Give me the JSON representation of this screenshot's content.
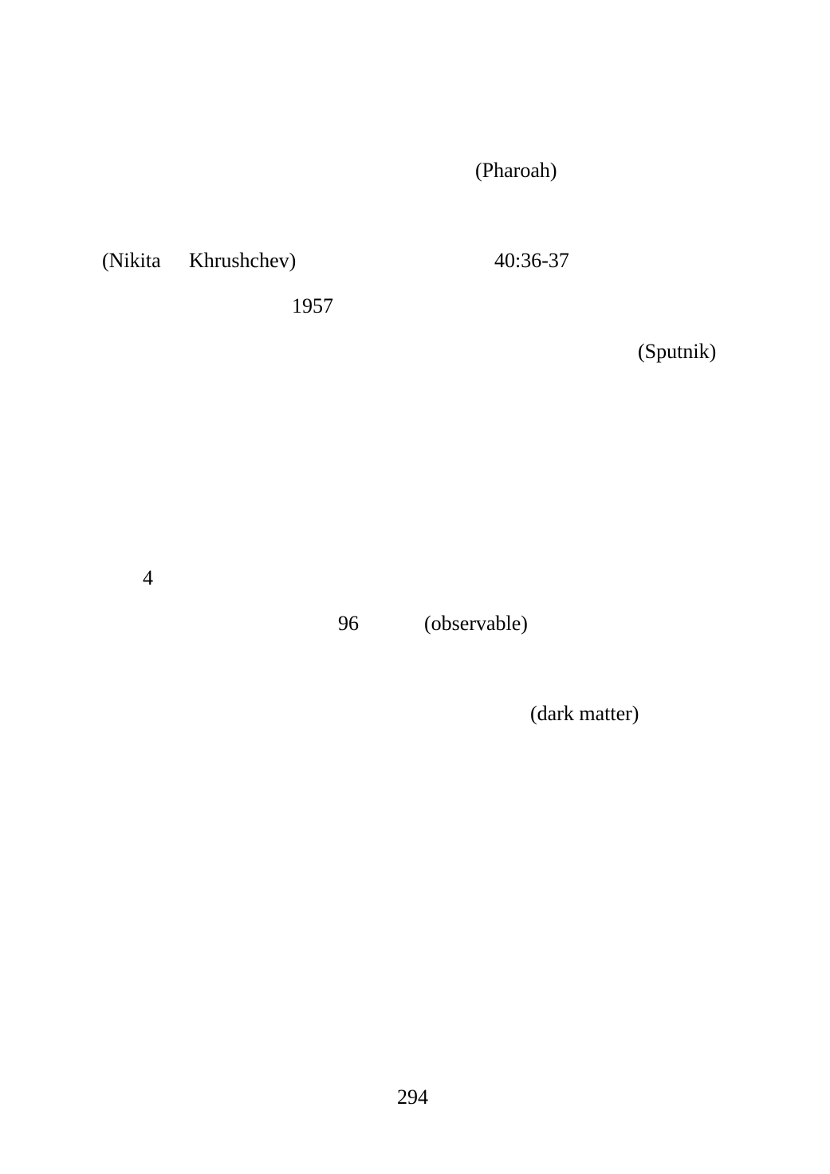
{
  "document": {
    "fragments": {
      "pharoah": "(Pharoah)",
      "nikita": "(Nikita",
      "khrushchev": "Khrushchev)",
      "verse_ref": "40:36-37",
      "year": "1957",
      "sputnik": "(Sputnik)",
      "number_4": "4",
      "number_96": "96",
      "observable": "(observable)",
      "dark_matter": "(dark matter)"
    },
    "page_number": "294"
  }
}
